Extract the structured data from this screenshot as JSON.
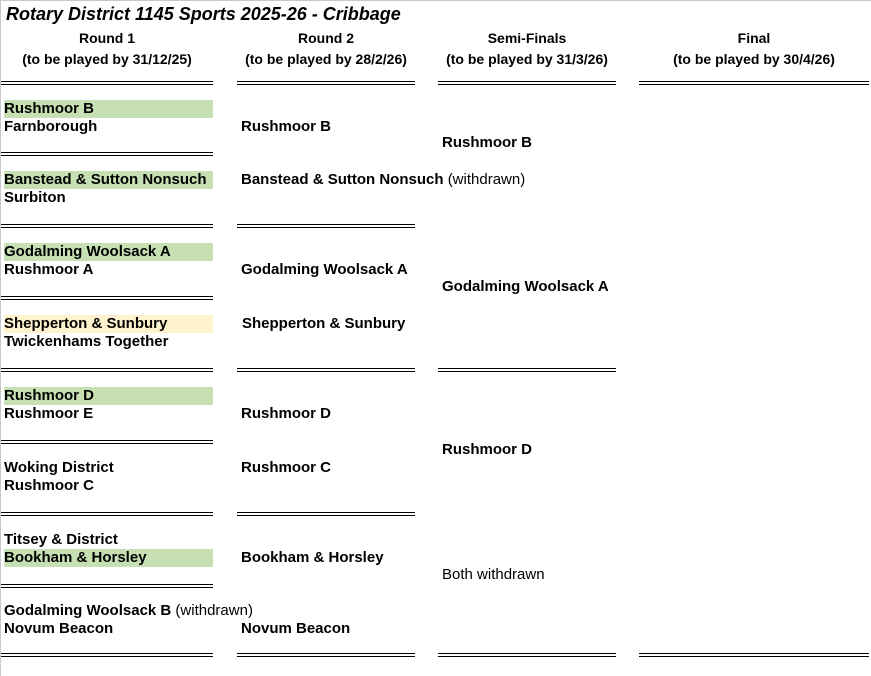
{
  "title": "Rotary District 1145 Sports 2025-26 - Cribbage",
  "headers": [
    {
      "label": "Round 1",
      "date": "(to be played by 31/12/25)"
    },
    {
      "label": "Round 2",
      "date": "(to be played by 28/2/26)"
    },
    {
      "label": "Semi-Finals",
      "date": "(to be played by 31/3/26)"
    },
    {
      "label": "Final",
      "date": "(to be played by 30/4/26)"
    }
  ],
  "round1": [
    {
      "team": "Rushmoor B",
      "note": "",
      "winner": true,
      "color": "#c6e0b4"
    },
    {
      "team": "Farnborough",
      "note": "",
      "winner": false
    },
    {
      "team": "Banstead & Sutton Nonsuch",
      "note": "",
      "winner": true,
      "color": "#c6e0b4"
    },
    {
      "team": "Surbiton",
      "note": "",
      "winner": false
    },
    {
      "team": "Godalming Woolsack A",
      "note": "",
      "winner": true,
      "color": "#c6e0b4"
    },
    {
      "team": "Rushmoor A",
      "note": "",
      "winner": false
    },
    {
      "team": "Shepperton & Sunbury",
      "note": "",
      "winner": true,
      "color": "#fff2cc"
    },
    {
      "team": "Twickenhams Together",
      "note": "",
      "winner": false
    },
    {
      "team": "Rushmoor D",
      "note": "",
      "winner": true,
      "color": "#c6e0b4"
    },
    {
      "team": "Rushmoor E",
      "note": "",
      "winner": false
    },
    {
      "team": "Woking District",
      "note": "",
      "winner": false
    },
    {
      "team": "Rushmoor C",
      "note": "",
      "winner": false
    },
    {
      "team": "Titsey & District",
      "note": "",
      "winner": false
    },
    {
      "team": "Bookham & Horsley",
      "note": "",
      "winner": true,
      "color": "#c6e0b4"
    },
    {
      "team": "Godalming Woolsack B",
      "note": "(withdrawn)",
      "winner": false
    },
    {
      "team": "Novum Beacon",
      "note": "",
      "winner": false
    }
  ],
  "round2": [
    {
      "team": "Rushmoor B",
      "note": ""
    },
    {
      "team": "Banstead & Sutton Nonsuch",
      "note": "(withdrawn)"
    },
    {
      "team": "Godalming Woolsack A",
      "note": ""
    },
    {
      "team": "Shepperton & Sunbury",
      "note": ""
    },
    {
      "team": "Rushmoor D",
      "note": ""
    },
    {
      "team": "Rushmoor C",
      "note": ""
    },
    {
      "team": "Bookham & Horsley",
      "note": ""
    },
    {
      "team": "Novum Beacon",
      "note": ""
    }
  ],
  "semis": [
    {
      "team": "Rushmoor B",
      "bold": true
    },
    {
      "team": "Godalming Woolsack A",
      "bold": true
    },
    {
      "team": "Rushmoor D",
      "bold": true
    },
    {
      "team": "Both withdrawn",
      "bold": false
    }
  ]
}
